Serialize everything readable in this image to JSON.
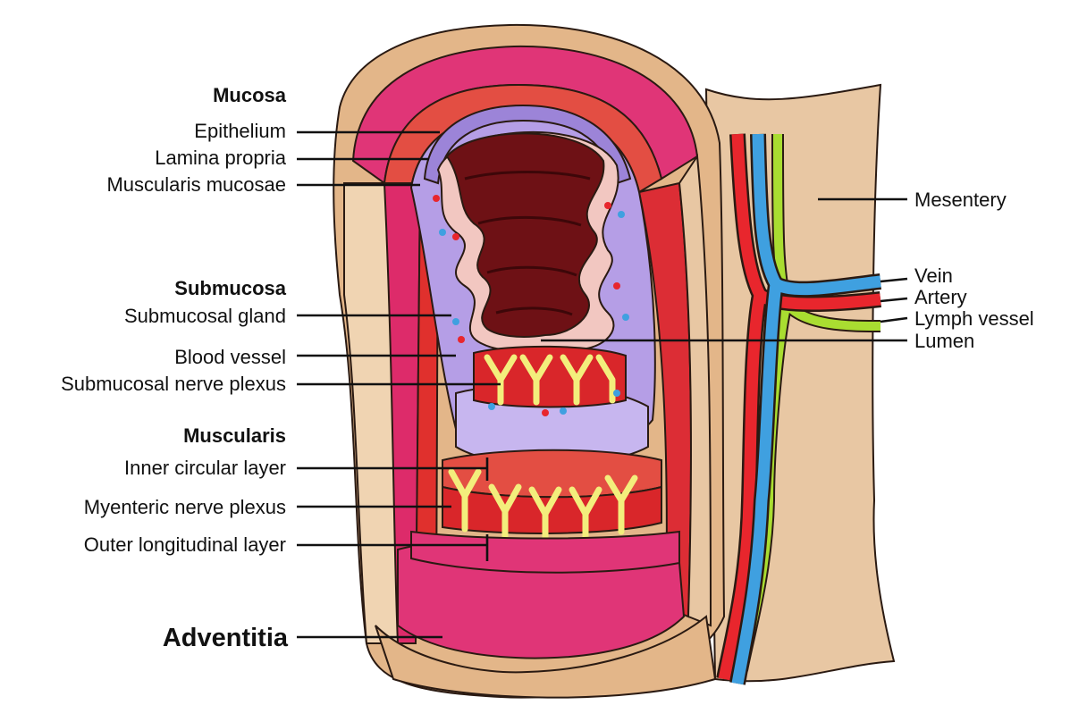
{
  "labels": {
    "mucosa": {
      "heading": "Mucosa",
      "items": [
        "Epithelium",
        "Lamina propria",
        "Muscularis mucosae"
      ]
    },
    "submucosa": {
      "heading": "Submucosa",
      "items": [
        "Submucosal gland",
        "Blood vessel",
        "Submucosal nerve plexus"
      ]
    },
    "muscularis": {
      "heading": "Muscularis",
      "items": [
        "Inner circular layer",
        "Myenteric nerve plexus",
        "Outer longitudinal layer"
      ]
    },
    "adventitia": "Adventitia",
    "right": [
      "Mesentery",
      "Vein",
      "Artery",
      "Lymph vessel",
      "Lumen"
    ]
  },
  "colors": {
    "serosa": "#e3b689",
    "serosa_dark": "#c98a56",
    "muscle_pink": "#dc2d6a",
    "muscle_red": "#d9262a",
    "submucosa": "#b59ee6",
    "mucosa_fold": "#f2c7c1",
    "lumen_brown": "#6e1115",
    "nerve_yellow": "#f3ee7c",
    "vein_blue": "#3fa0e0",
    "artery_red": "#e8262d",
    "lymph_green": "#a9dd31"
  }
}
